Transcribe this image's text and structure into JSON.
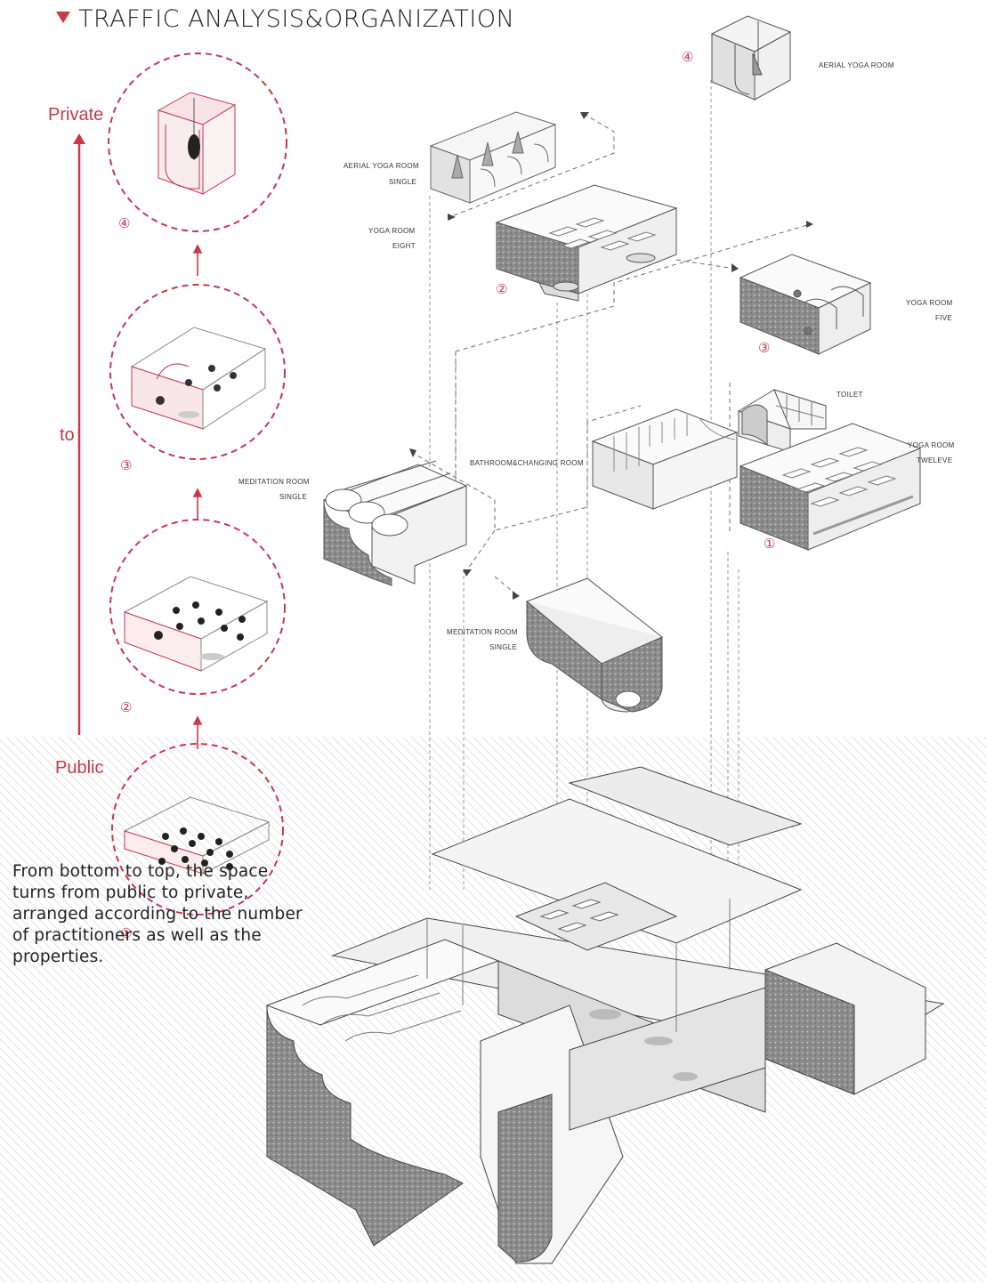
{
  "title": "TRAFFIC ANALYSIS&ORGANIZATION",
  "axis": {
    "top": "Private",
    "middle": "to",
    "bottom": "Public"
  },
  "circle_numbers": [
    "④",
    "③",
    "②",
    "①"
  ],
  "rooms": {
    "aerial_top": {
      "name": "AERIAL YOGA ROOM",
      "number": "④"
    },
    "aerial_single": {
      "name": "AERIAL YOGA ROOM",
      "sub": "SINGLE"
    },
    "yoga_eight": {
      "name": "YOGA ROOM",
      "sub": "EIGHT",
      "number": "②"
    },
    "yoga_five": {
      "name": "YOGA ROOM",
      "sub": "FIVE",
      "number": "③"
    },
    "toilet": {
      "name": "TOILET"
    },
    "bathroom": {
      "name": "BATHROOM&CHANGING  ROOM"
    },
    "yoga_twelve": {
      "name": "YOGA ROOM",
      "sub": "TWELEVE",
      "number": "①"
    },
    "meditation_single_1": {
      "name": "MEDITATION ROOM",
      "sub": "SINGLE"
    },
    "meditation_single_2": {
      "name": "MEDITATION ROOM",
      "sub": "SINGLE"
    }
  },
  "description": "From bottom to top, the space turns from public to private, arranged according to the number of practitioners as well as the properties.",
  "colors": {
    "accent": "#c8394a",
    "hatch": "#d6d6d6",
    "line": "#444444"
  }
}
